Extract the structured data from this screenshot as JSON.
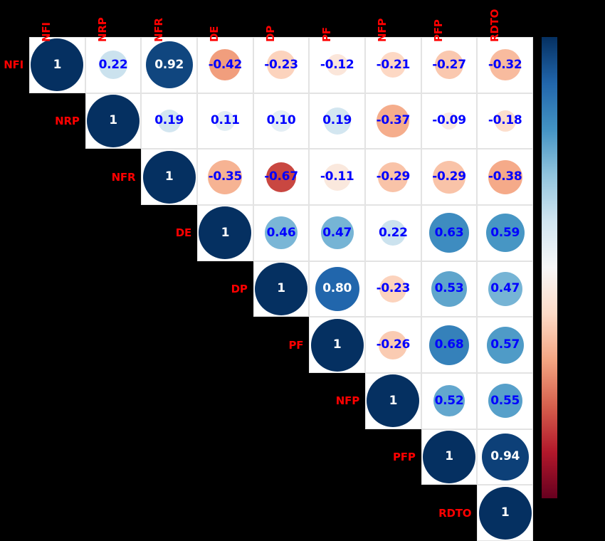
{
  "figure": {
    "kind": "correlation-matrix-heatmap",
    "background_color": "#000000",
    "cell_background": "#ffffff",
    "label_color": "#ff0000",
    "value_text_color": "#0000ff",
    "value_text_color_strong": "#ffffff"
  },
  "chart_data": {
    "type": "heatmap",
    "title": "",
    "xlabel": "",
    "ylabel": "",
    "grid": true,
    "triangle": "upper",
    "legend_position": "right",
    "colorbar": {
      "name": "RdBu",
      "orientation": "vertical",
      "ticks": [],
      "top_color": "#053061",
      "mid_color": "#ffffff",
      "bottom_color": "#67001f",
      "vmin": -1,
      "vmax": 1
    },
    "categories": [
      "NFI",
      "NRP",
      "NFR",
      "DE",
      "DP",
      "PF",
      "NFP",
      "PFP",
      "RDTO"
    ],
    "rows": [
      "NFI",
      "NRP",
      "NFR",
      "DE",
      "DP",
      "PF",
      "NFP",
      "PFP",
      "RDTO"
    ],
    "columns": [
      "NFI",
      "NRP",
      "NFR",
      "DE",
      "DP",
      "PF",
      "NFP",
      "PFP",
      "RDTO"
    ],
    "values": [
      [
        1,
        0.22,
        0.92,
        -0.42,
        -0.23,
        -0.12,
        -0.21,
        -0.27,
        -0.32
      ],
      [
        null,
        1,
        0.19,
        0.11,
        0.1,
        0.19,
        -0.37,
        -0.09,
        -0.18
      ],
      [
        null,
        null,
        1,
        -0.35,
        -0.67,
        -0.11,
        -0.29,
        -0.29,
        -0.38
      ],
      [
        null,
        null,
        null,
        1,
        0.46,
        0.47,
        0.22,
        0.63,
        0.59
      ],
      [
        null,
        null,
        null,
        null,
        1,
        0.8,
        -0.23,
        0.53,
        0.47
      ],
      [
        null,
        null,
        null,
        null,
        null,
        1,
        -0.26,
        0.68,
        0.57
      ],
      [
        null,
        null,
        null,
        null,
        null,
        null,
        1,
        0.52,
        0.55
      ],
      [
        null,
        null,
        null,
        null,
        null,
        null,
        null,
        1,
        0.94
      ],
      [
        null,
        null,
        null,
        null,
        null,
        null,
        null,
        null,
        1
      ]
    ],
    "labels": [
      [
        "1",
        "0.22",
        "0.92",
        "-0.42",
        "-0.23",
        "-0.12",
        "-0.21",
        "-0.27",
        "-0.32"
      ],
      [
        null,
        "1",
        "0.19",
        "0.11",
        "0.10",
        "0.19",
        "-0.37",
        "-0.09",
        "-0.18"
      ],
      [
        null,
        null,
        "1",
        "-0.35",
        "-0.67",
        "-0.11",
        "-0.29",
        "-0.29",
        "-0.38"
      ],
      [
        null,
        null,
        null,
        "1",
        "0.46",
        "0.47",
        "0.22",
        "0.63",
        "0.59"
      ],
      [
        null,
        null,
        null,
        null,
        "1",
        "0.80",
        "-0.23",
        "0.53",
        "0.47"
      ],
      [
        null,
        null,
        null,
        null,
        null,
        "1",
        "-0.26",
        "0.68",
        "0.57"
      ],
      [
        null,
        null,
        null,
        null,
        null,
        null,
        "1",
        "0.52",
        "0.55"
      ],
      [
        null,
        null,
        null,
        null,
        null,
        null,
        null,
        "1",
        "0.94"
      ],
      [
        null,
        null,
        null,
        null,
        null,
        null,
        null,
        null,
        "1"
      ]
    ],
    "marker_diameters_px": [
      [
        74,
        40,
        66,
        44,
        40,
        30,
        36,
        40,
        44
      ],
      [
        null,
        74,
        32,
        28,
        30,
        38,
        46,
        24,
        30
      ],
      [
        null,
        null,
        74,
        48,
        42,
        38,
        42,
        46,
        48
      ],
      [
        null,
        null,
        null,
        74,
        46,
        46,
        36,
        56,
        54
      ],
      [
        null,
        null,
        null,
        null,
        74,
        62,
        38,
        50,
        48
      ],
      [
        null,
        null,
        null,
        null,
        null,
        74,
        40,
        56,
        52
      ],
      [
        null,
        null,
        null,
        null,
        null,
        null,
        74,
        44,
        48
      ],
      [
        null,
        null,
        null,
        null,
        null,
        null,
        null,
        74,
        66
      ],
      [
        null,
        null,
        null,
        null,
        null,
        null,
        null,
        null,
        74
      ]
    ]
  }
}
